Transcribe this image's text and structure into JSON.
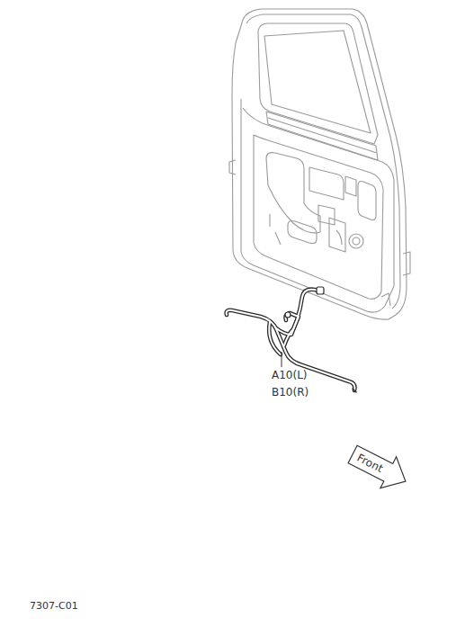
{
  "diagram": {
    "nodes": [
      {
        "text": [
          "Front"
        ]
      }
    ],
    "labels": [
      "A10(L)",
      "B10(R)",
      "7307-C01"
    ]
  }
}
